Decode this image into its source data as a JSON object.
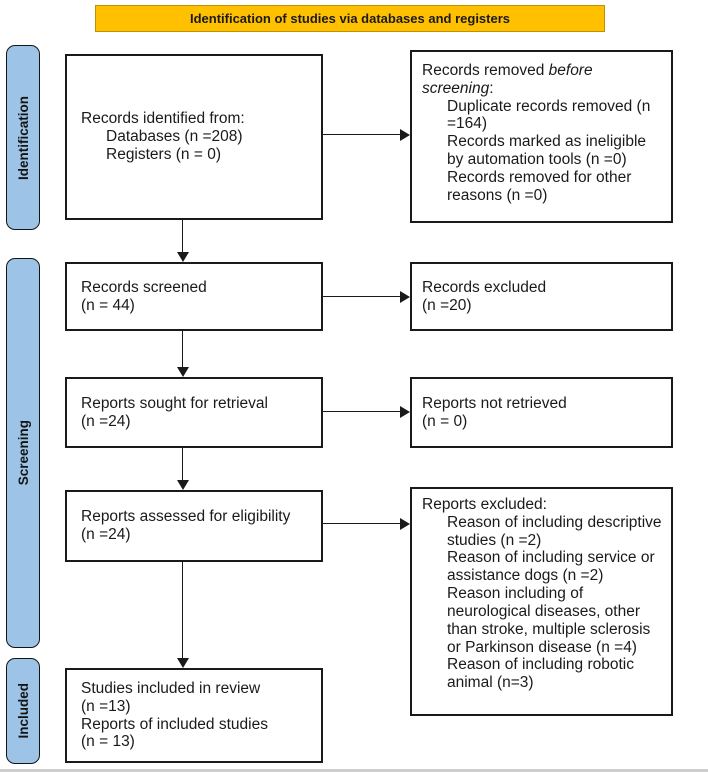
{
  "banner": {
    "title": "Identification of studies via databases and registers"
  },
  "colors": {
    "banner_bg": "#FFC000",
    "banner_border": "#BF9000",
    "stage_bg": "#9DC3E6",
    "box_border": "#1a1a1a",
    "text": "#1a1a1a"
  },
  "stages": {
    "identification": "Identification",
    "screening": "Screening",
    "included": "Included"
  },
  "flow": {
    "identified": {
      "title": "Records identified from:",
      "items": [
        "Databases (n =208)",
        "Registers (n = 0)"
      ]
    },
    "removed": {
      "prefix": "Records removed",
      "italic": "before screening",
      "suffix": ":",
      "items": [
        "Duplicate records removed (n =164)",
        "Records marked as ineligible by automation tools (n =0)",
        "Records removed for other reasons (n =0)"
      ]
    },
    "screened": {
      "line1": "Records screened",
      "line2": "(n = 44)"
    },
    "records_excluded": {
      "line1": "Records excluded",
      "line2": "(n =20)"
    },
    "sought": {
      "line1": "Reports sought for retrieval",
      "line2": "(n =24)"
    },
    "not_retrieved": {
      "line1": "Reports not retrieved",
      "line2": "(n = 0)"
    },
    "assessed": {
      "line1": "Reports assessed for eligibility",
      "line2": "(n =24)"
    },
    "reports_excluded": {
      "title": "Reports excluded:",
      "items": [
        "Reason of including descriptive studies (n =2)",
        "Reason of including service or assistance dogs (n =2)",
        "Reason including of neurological diseases, other than stroke, multiple sclerosis or Parkinson disease (n =4)",
        "Reason of including robotic animal (n=3)"
      ]
    },
    "included": {
      "lines": [
        "Studies included in review",
        "(n =13)",
        "Reports of included studies",
        "(n = 13)"
      ]
    }
  }
}
